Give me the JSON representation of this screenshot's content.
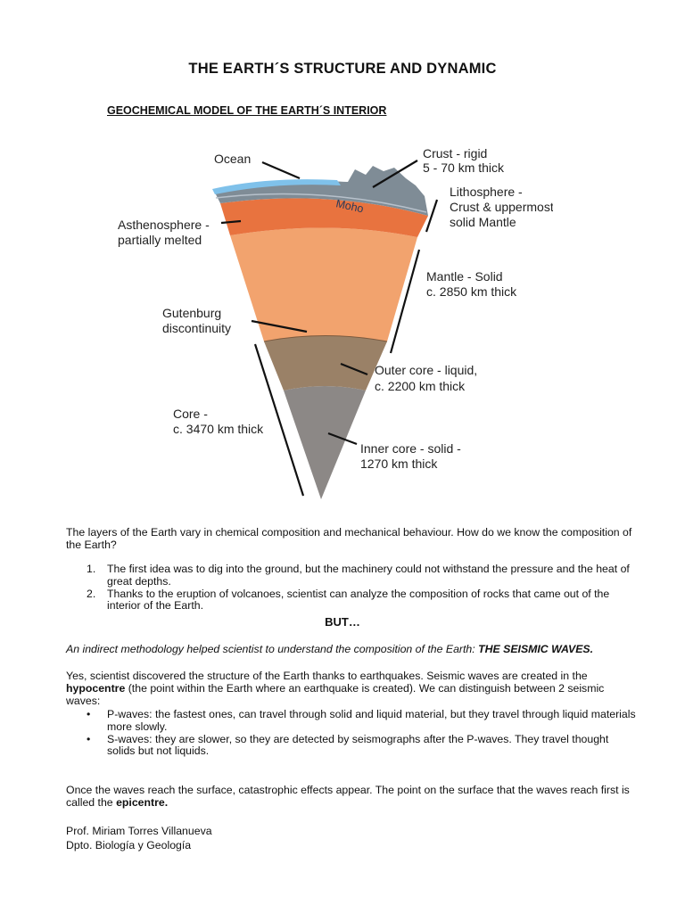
{
  "title": "THE EARTH´S STRUCTURE AND DYNAMIC",
  "subtitle": "GEOCHEMICAL MODEL OF THE EARTH´S INTERIOR",
  "diagram": {
    "labels": {
      "ocean": "Ocean",
      "crust_1": "Crust - rigid",
      "crust_2": "5 - 70 km thick",
      "moho": "Moho",
      "lithosphere_1": "Lithosphere -",
      "lithosphere_2": "Crust & uppermost",
      "lithosphere_3": "solid Mantle",
      "asthenosphere_1": "Asthenosphere -",
      "asthenosphere_2": "partially melted",
      "mantle_1": "Mantle - Solid",
      "mantle_2": "c. 2850 km thick",
      "gutenburg_1": "Gutenburg",
      "gutenburg_2": "discontinuity",
      "outer_core_1": "Outer core - liquid,",
      "outer_core_2": "c. 2200 km thick",
      "core_1": "Core -",
      "core_2": "c. 3470 km thick",
      "inner_core_1": "Inner core - solid -",
      "inner_core_2": "1270 km thick"
    },
    "colors": {
      "ocean": "#7fc1ea",
      "crust": "#7f8c96",
      "asthenosphere": "#e8733f",
      "mantle": "#f2a36e",
      "outer_core": "#9a8167",
      "inner_core": "#8c8886"
    }
  },
  "intro": "The layers of the Earth  vary in chemical composition and mechanical behaviour. How do we know the composition of the Earth?",
  "numbered": [
    {
      "n": "1.",
      "text": "The first idea was to dig into the ground, but the machinery could not withstand the pressure and the heat of great depths."
    },
    {
      "n": "2.",
      "text": "Thanks to the eruption of volcanoes, scientist can analyze the composition of rocks that came out of the interior of the Earth."
    }
  ],
  "but": "BUT…",
  "indirect": {
    "text": "An indirect methodology helped scientist to understand the composition of the Earth: ",
    "bold": "THE SEISMIC WAVES."
  },
  "seismic": {
    "p1": "Yes, scientist discovered the structure of the Earth thanks to earthquakes. Seismic waves are created in the ",
    "bold": "hypocentre",
    "p2": " (the point within the Earth where an earthquake is created). We can distinguish between 2 seismic waves:"
  },
  "bullets": [
    {
      "b": "•",
      "text": "P-waves: the fastest ones, can travel through solid and liquid material, but they travel through liquid materials more slowly."
    },
    {
      "b": "•",
      "text": "S-waves: they are slower, so they are detected by seismographs after the P-waves. They travel thought solids but not liquids."
    }
  ],
  "epicentre": {
    "text": "Once the waves reach the surface, catastrophic effects appear. The point on the surface that the waves reach first is called the ",
    "bold": "epicentre."
  },
  "signature": {
    "line1": "Prof. Miriam Torres Villanueva",
    "line2": "Dpto. Biología y Geología"
  }
}
